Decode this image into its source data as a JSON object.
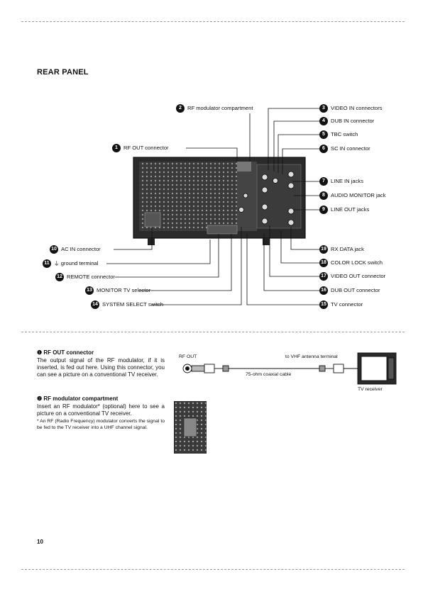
{
  "section_title": "REAR PANEL",
  "callouts": {
    "c1": {
      "num": "1",
      "label": "RF OUT connector"
    },
    "c2": {
      "num": "2",
      "label": "RF modulator compartment"
    },
    "c3": {
      "num": "3",
      "label": "VIDEO IN connectors"
    },
    "c4": {
      "num": "4",
      "label": "DUB IN connector"
    },
    "c5": {
      "num": "5",
      "label": "TBC switch"
    },
    "c6": {
      "num": "6",
      "label": "SC IN connector"
    },
    "c7": {
      "num": "7",
      "label": "LINE IN jacks"
    },
    "c8": {
      "num": "8",
      "label": "AUDIO MONITOR jack"
    },
    "c9": {
      "num": "9",
      "label": "LINE OUT jacks"
    },
    "c10": {
      "num": "10",
      "label": "AC IN connector"
    },
    "c11": {
      "num": "11",
      "label": "⏚ ground terminal"
    },
    "c12": {
      "num": "12",
      "label": "REMOTE connector"
    },
    "c13": {
      "num": "13",
      "label": "MONITOR TV selector"
    },
    "c14": {
      "num": "14",
      "label": "SYSTEM SELECT switch"
    },
    "c15": {
      "num": "15",
      "label": "TV connector"
    },
    "c16": {
      "num": "16",
      "label": "DUB OUT connector"
    },
    "c17": {
      "num": "17",
      "label": "VIDEO OUT connector"
    },
    "c18": {
      "num": "18",
      "label": "COLOR LOCK switch"
    },
    "c19": {
      "num": "19",
      "label": "RX DATA jack"
    }
  },
  "desc1": {
    "heading": "❶ RF OUT connector",
    "text": "The output signal of the RF modulator, if it is inserted, is fed out here. Using this connector, you can see a picture on a conventional TV receiver."
  },
  "desc2": {
    "heading": "❷ RF modulator compartment",
    "text": "Insert an RF modulator* (optional) here to see a picture on a conventional TV receiver.",
    "note": "* An RF (Radio Frequency) modulator converts the signal to be fed to the TV receiver into a UHF channel signal."
  },
  "connection": {
    "rf_out": "RF OUT",
    "to_vhf": "to VHF antenna terminal",
    "cable": "75-ohm coaxial cable",
    "tv": "TV receiver"
  },
  "page_number": "10"
}
